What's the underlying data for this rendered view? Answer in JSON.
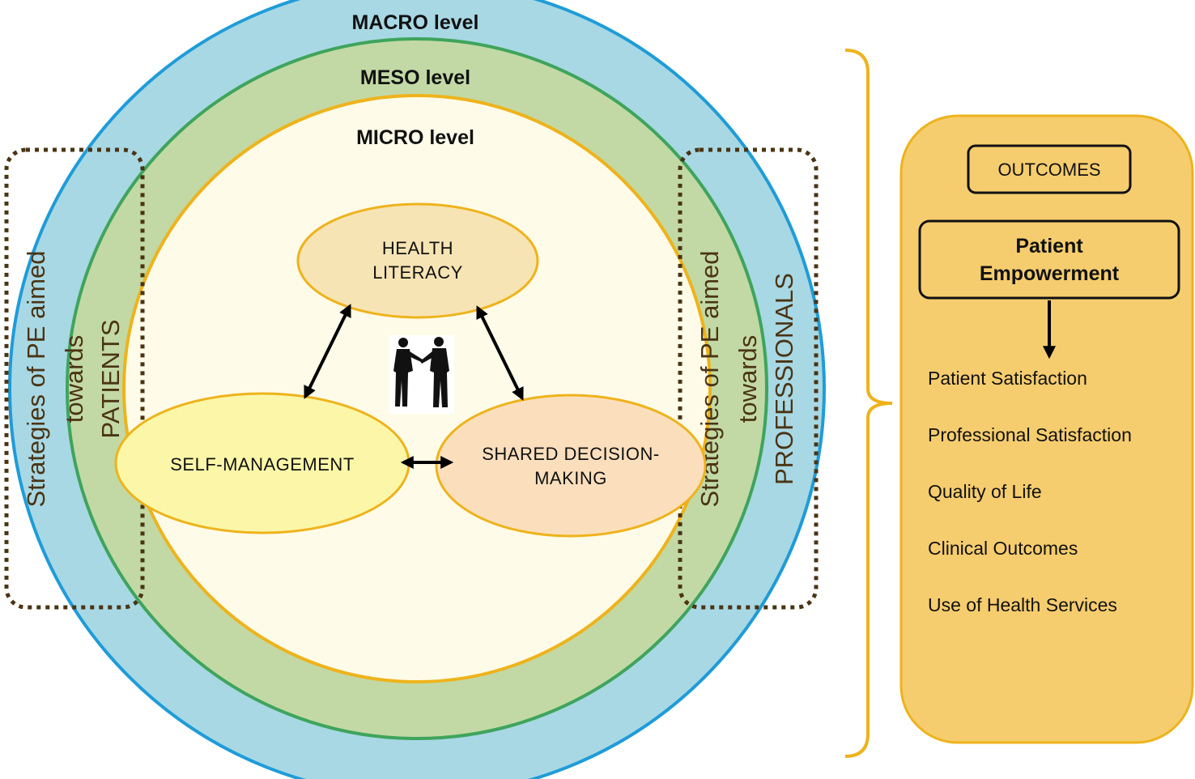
{
  "levels": {
    "macro": "MACRO level",
    "meso": "MESO level",
    "micro": "MICRO level"
  },
  "nodes": {
    "health_literacy": [
      "HEALTH",
      "LITERACY"
    ],
    "self_management": "SELF-MANAGEMENT",
    "shared_decision_making": [
      "SHARED DECISION-",
      "MAKING"
    ]
  },
  "strategies": {
    "patients": [
      "Strategies of PE aimed",
      "towards",
      "PATIENTS"
    ],
    "professionals": [
      "Strategies of PE aimed",
      "towards",
      "PROFESSIONALS"
    ]
  },
  "outcomes_panel": {
    "header": "OUTCOMES",
    "main": [
      "Patient",
      "Empowerment"
    ],
    "items": [
      "Patient Satisfaction",
      "Professional Satisfaction",
      "Quality of Life",
      "Clinical Outcomes",
      "Use of Health Services"
    ]
  },
  "icons": {
    "center": "two-people-conversation-icon"
  },
  "colors": {
    "macro_fill": "#a8d8e4",
    "macro_stroke": "#1f9cd8",
    "meso_fill": "#c2d9a5",
    "meso_stroke": "#3fa45c",
    "micro_fill": "#fefbe8",
    "micro_stroke": "#eeb31c",
    "health_literacy_fill": "#f7e4b4",
    "self_management_fill": "#fcf7a8",
    "shared_decision_fill": "#fbdfbd",
    "panel_fill": "#f6cd6e",
    "strategy_text": "#4a3414",
    "bracket": "#eeb31c"
  }
}
